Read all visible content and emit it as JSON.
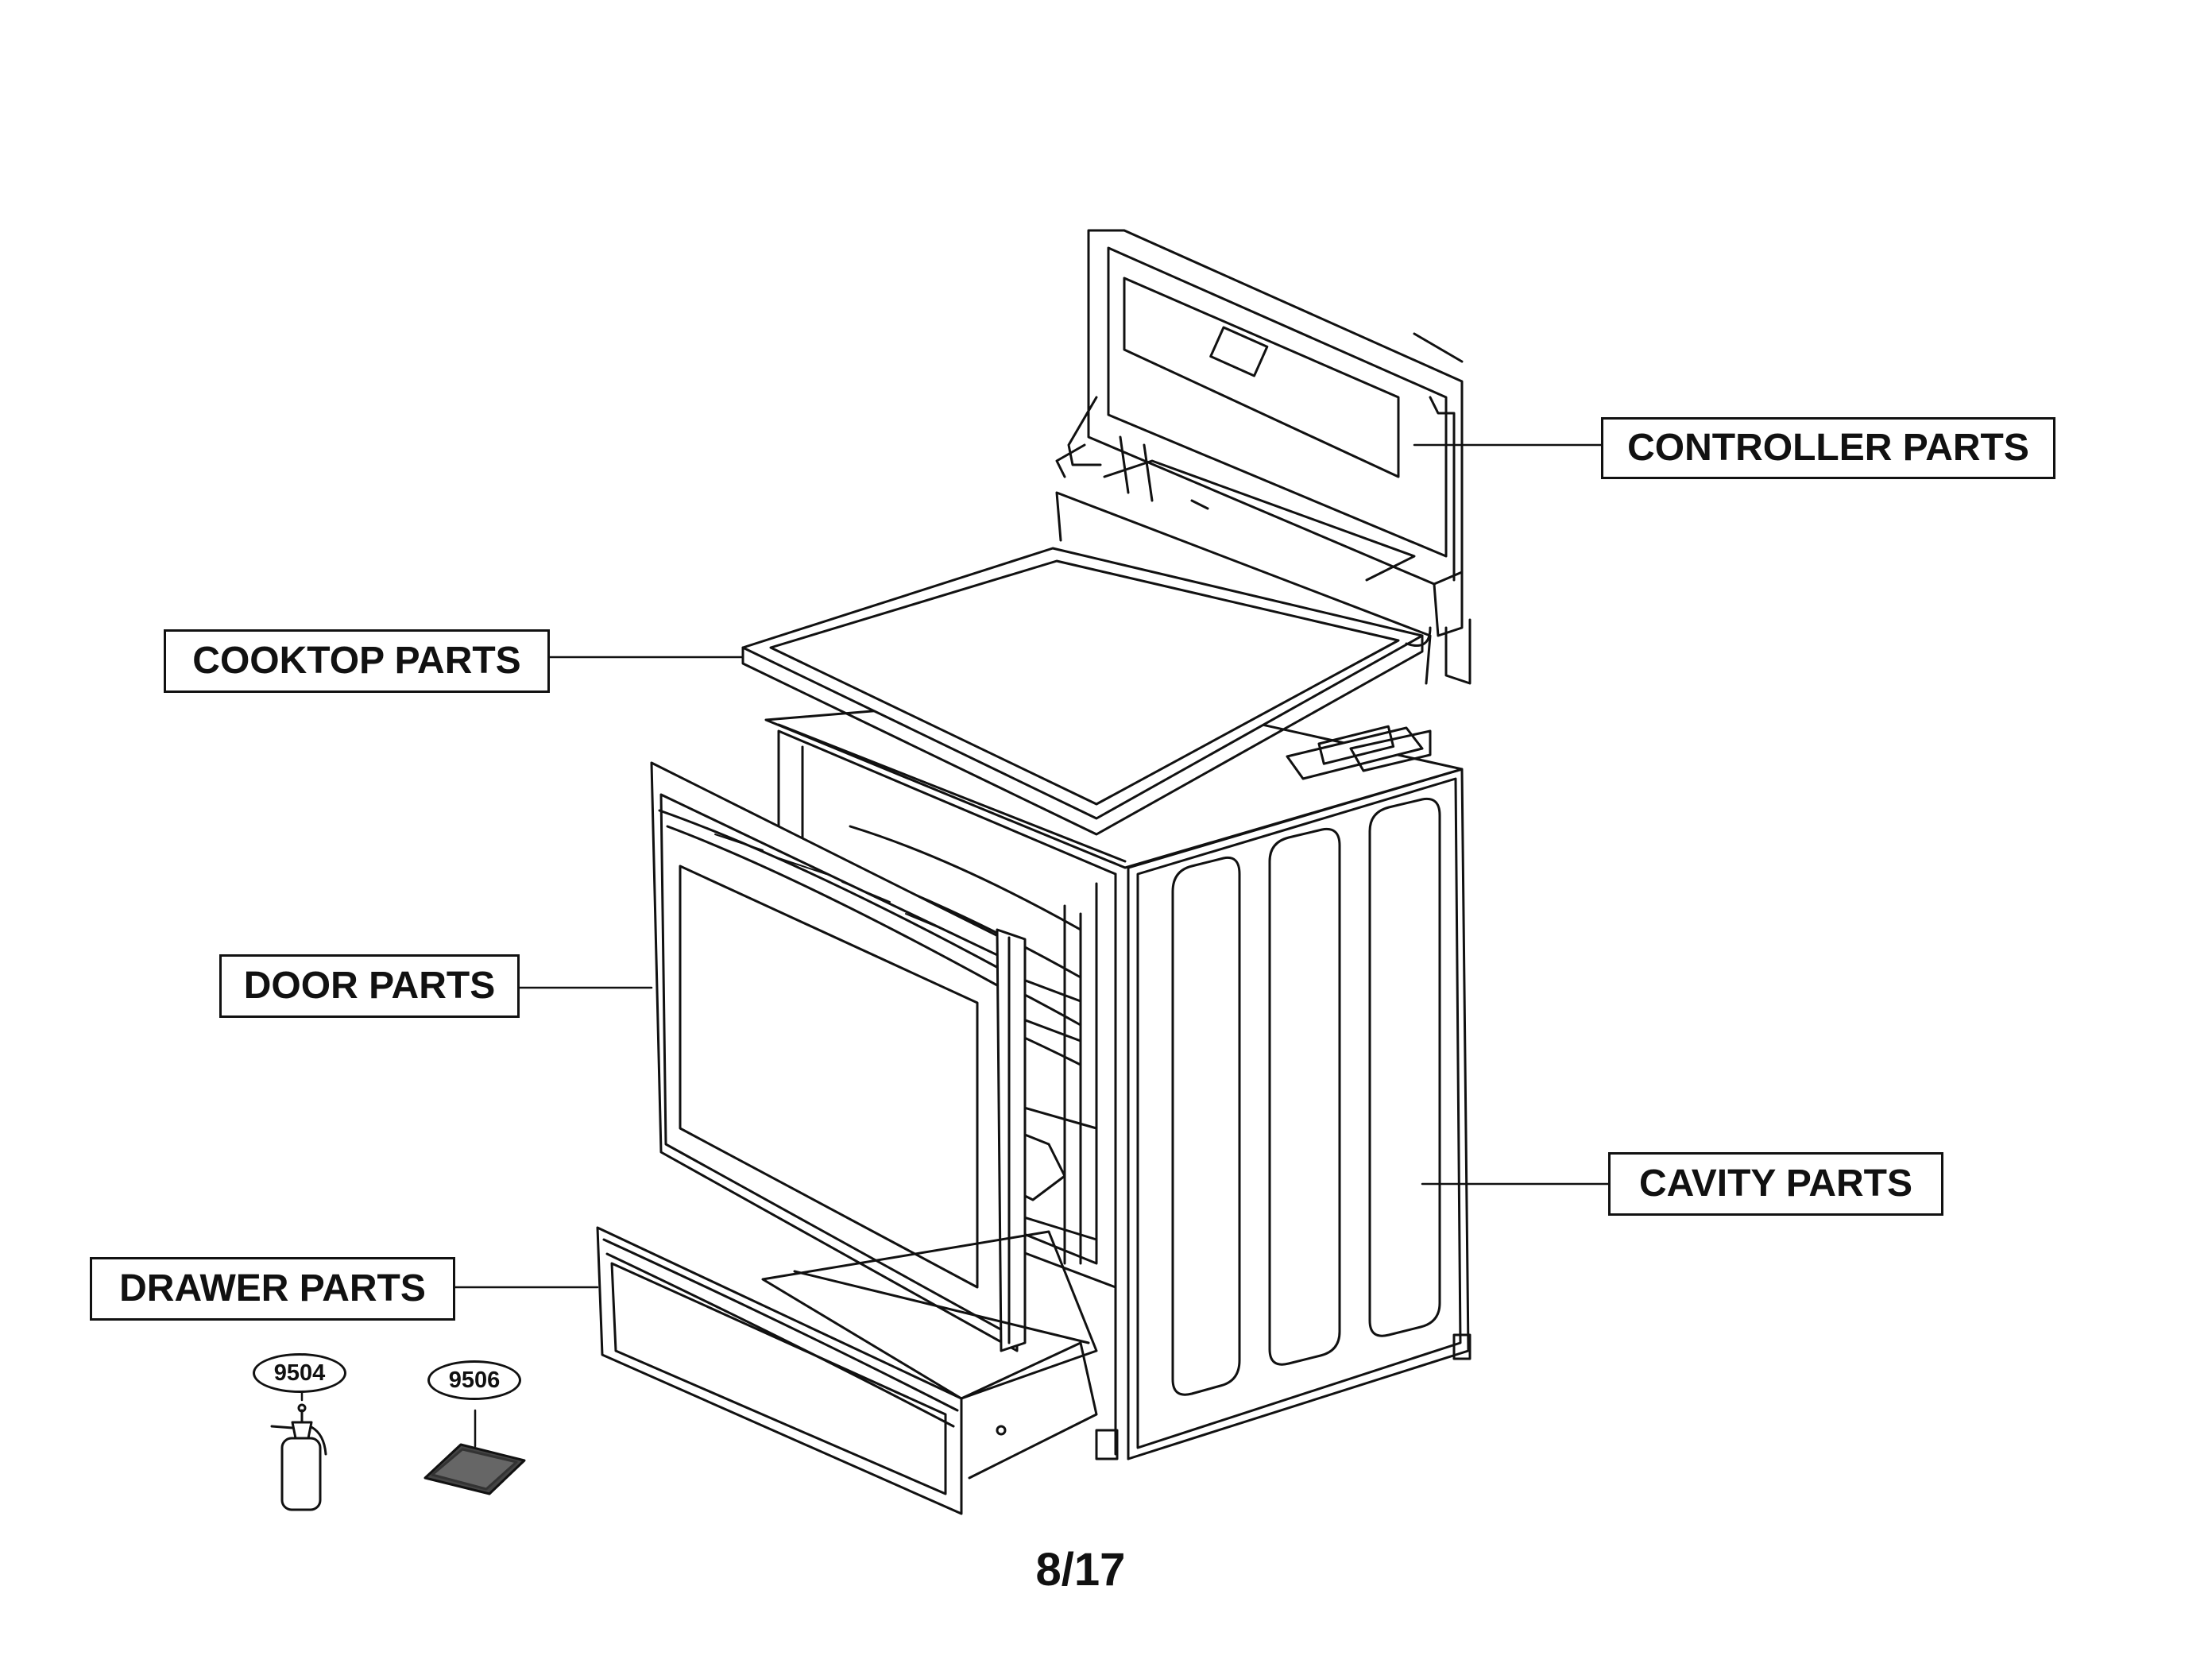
{
  "labels": {
    "controller": "CONTROLLER PARTS",
    "cooktop": "COOKTOP PARTS",
    "door": "DOOR PARTS",
    "cavity": "CAVITY PARTS",
    "drawer": "DRAWER PARTS"
  },
  "callouts": {
    "spray_bottle": "9504",
    "scrub_pad": "9506"
  },
  "page": {
    "number": "8/17"
  }
}
